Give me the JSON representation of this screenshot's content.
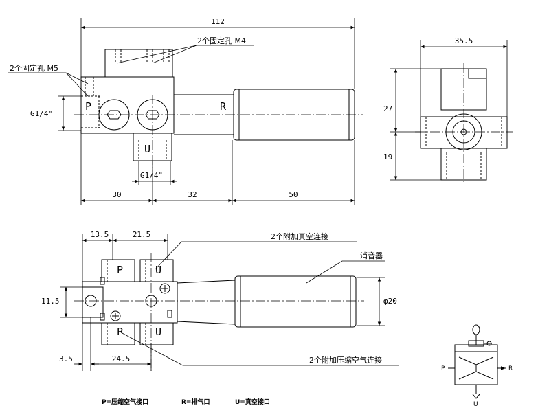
{
  "dimensions": {
    "overall_length": "112",
    "seg_30": "30",
    "seg_32": "32",
    "seg_50": "50",
    "port_g1": "G1/4\"",
    "port_g2": "G1/4\"",
    "side_width": "35.5",
    "side_h27": "27",
    "side_h19": "19",
    "d_13_5": "13.5",
    "d_21_5": "21.5",
    "d_11_5": "11.5",
    "d_3_5": "3.5",
    "d_24_5": "24.5",
    "d_phi20": "φ20"
  },
  "callouts": {
    "holes_m4": "2个固定孔 M4",
    "holes_m5": "2个固定孔 M5",
    "extra_vacuum": "2个附加真空连接",
    "silencer": "消音器",
    "extra_pressure": "2个附加压缩空气连接"
  },
  "ports": {
    "p": "P",
    "r": "R",
    "u": "U"
  },
  "legend": {
    "p_def": "P=压缩空气接口",
    "r_def": "R=排气口",
    "u_def": "U=真空接口"
  },
  "symbol": {
    "p": "P",
    "r": "R",
    "u": "U"
  }
}
